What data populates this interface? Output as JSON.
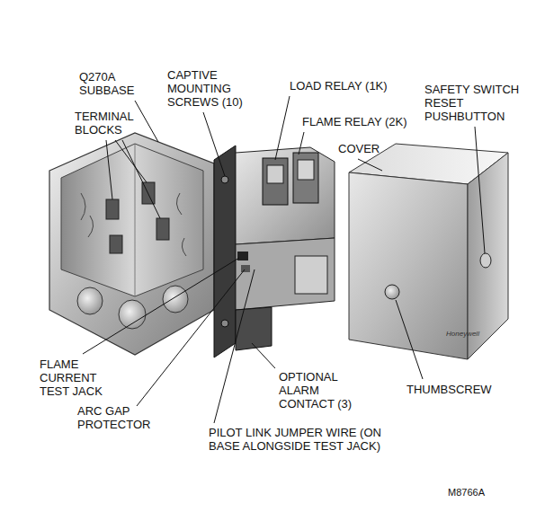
{
  "diagram": {
    "labels": [
      "Q270A SUBBASE",
      "TERMINAL BLOCKS",
      "CAPTIVE MOUNTING SCREWS (10)",
      "LOAD RELAY (1K)",
      "FLAME RELAY (2K)",
      "SAFETY SWITCH RESET PUSHBUTTON",
      "COVER",
      "FLAME CURRENT TEST JACK",
      "ARC GAP PROTECTOR",
      "OPTIONAL ALARM CONTACT (3)",
      "THUMBSCREW",
      "PILOT LINK JUMPER WIRE (ON BASE ALONGSIDE TEST JACK)",
      "M8766A",
      "Honeywell"
    ]
  }
}
